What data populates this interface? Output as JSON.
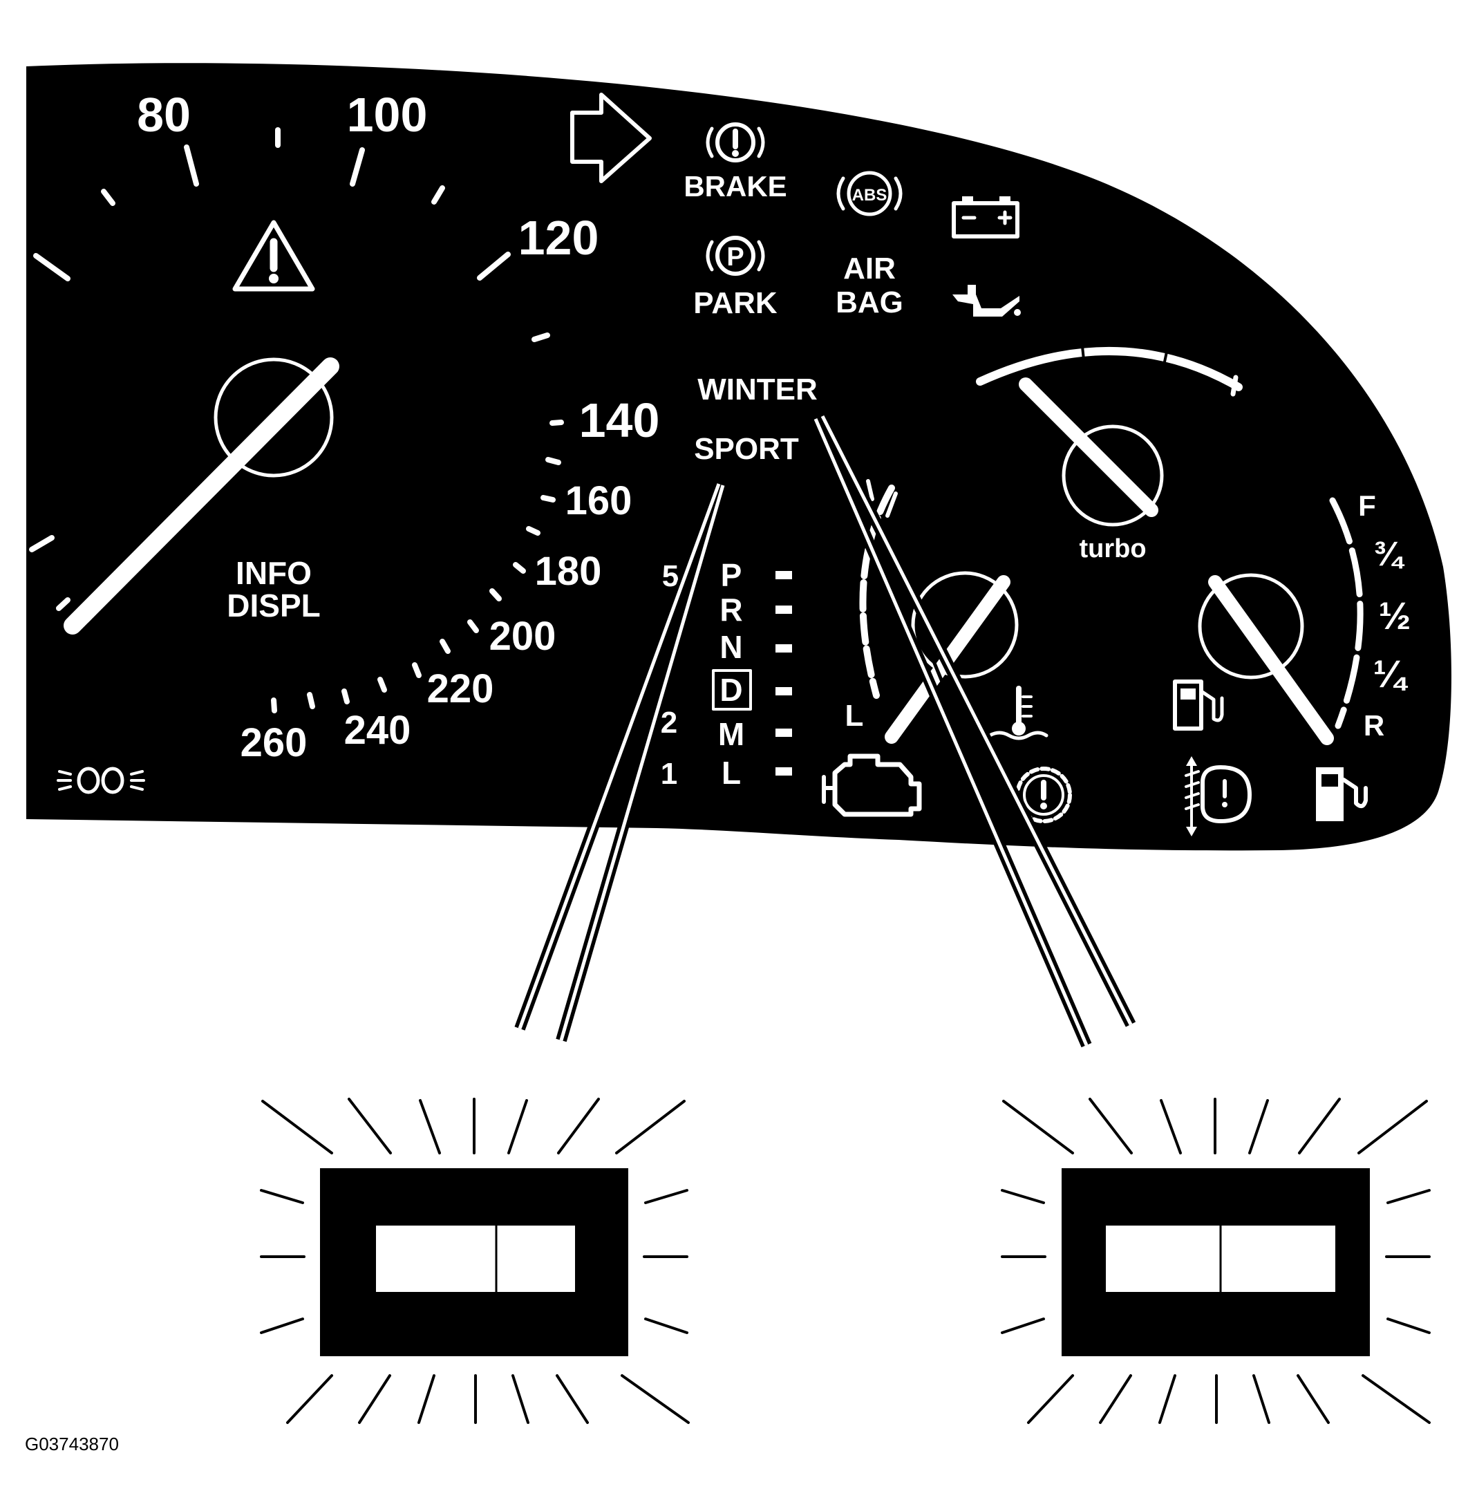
{
  "speedometer": {
    "labels": [
      "80",
      "100",
      "120",
      "140",
      "160",
      "180",
      "200",
      "220",
      "240",
      "260"
    ],
    "info_display": [
      "INFO",
      "DISPL"
    ]
  },
  "telltales": {
    "brake": "BRAKE",
    "park_symbol": "P",
    "park": "PARK",
    "abs": "ABS",
    "airbag": [
      "AIR",
      "BAG"
    ]
  },
  "modes": {
    "winter": "WINTER",
    "sport": "SPORT"
  },
  "transmission": {
    "positions": [
      "P",
      "R",
      "N",
      "D",
      "M",
      "L"
    ],
    "selected": "D",
    "manual_gears": [
      "5",
      "2",
      "1"
    ]
  },
  "gauges": {
    "turbo_label": "turbo",
    "temp_low": "L",
    "fuel_scale": [
      "F",
      "¾",
      "½",
      "¼",
      "R"
    ]
  },
  "figure_code": "G03743870",
  "colors": {
    "panel": "#000000",
    "ink": "#ffffff",
    "background": "#ffffff"
  }
}
